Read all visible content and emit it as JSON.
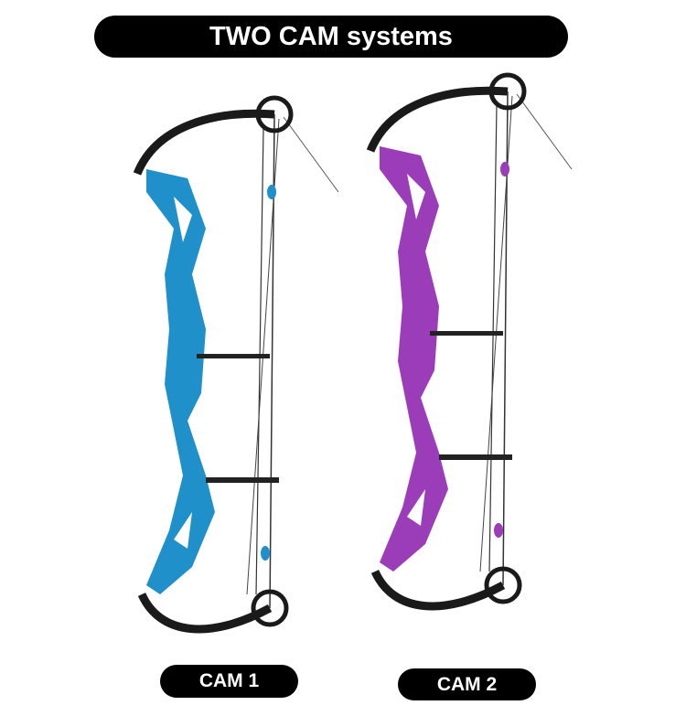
{
  "title": "TWO CAM systems",
  "products": [
    {
      "label": "CAM 1",
      "riser_color": "#1f90c9"
    },
    {
      "label": "CAM 2",
      "riser_color": "#9b3db8"
    }
  ]
}
